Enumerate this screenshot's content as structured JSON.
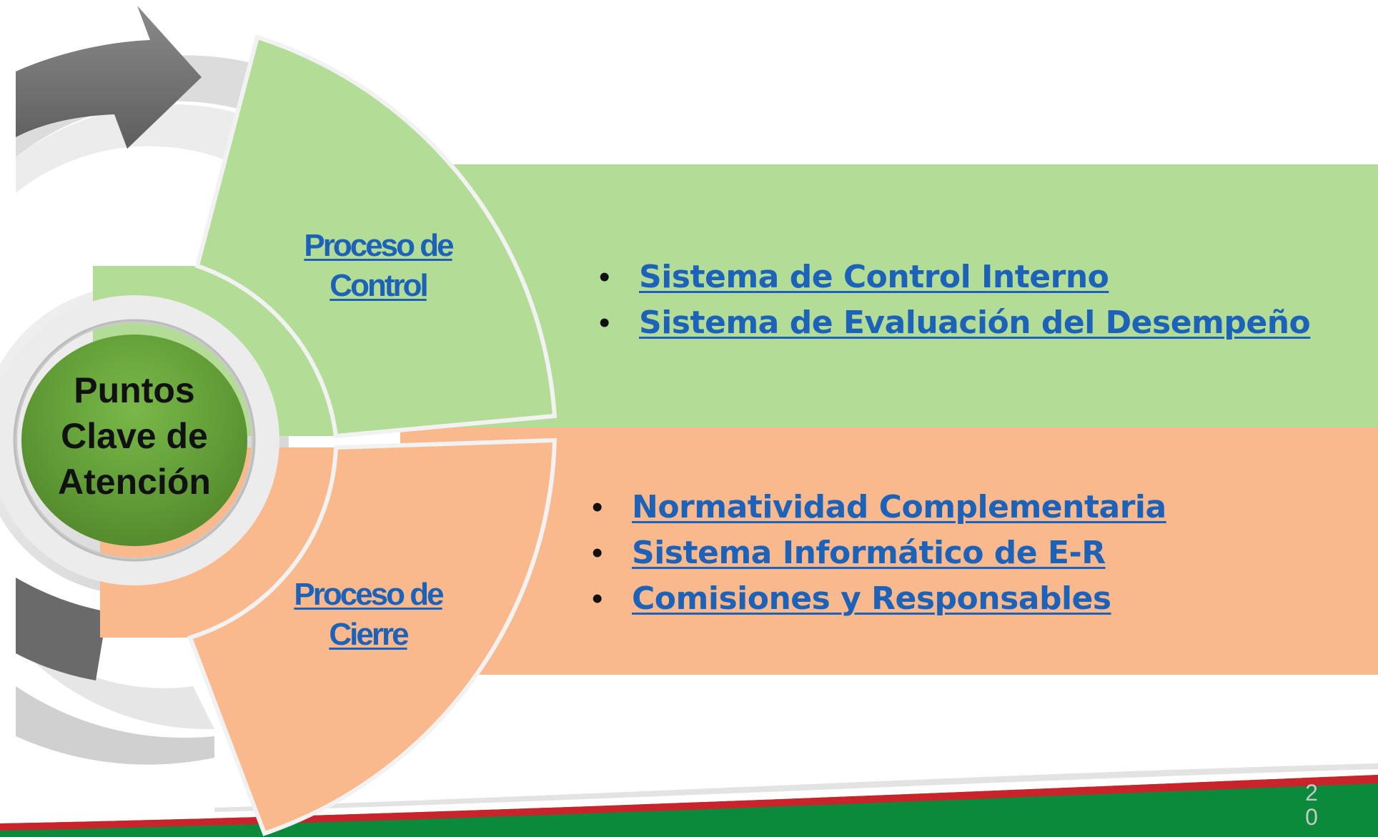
{
  "slide": {
    "hub_title": "Puntos Clave de Atención",
    "page_number": "20",
    "colors": {
      "control_band": "#b3dc96",
      "cierre_band": "#f9b98c",
      "hub_green": "#5f9a35",
      "link_blue": "#1c62b8",
      "footer_green": "#0b8a3c",
      "footer_red": "#c9242c"
    }
  },
  "sections": {
    "control": {
      "label": "Proceso de Control",
      "items": [
        "Sistema de Control Interno",
        "Sistema de Evaluación del Desempeño"
      ]
    },
    "cierre": {
      "label": "Proceso de Cierre",
      "items": [
        "Normatividad Complementaria",
        "Sistema Informático de E-R",
        "Comisiones y Responsables"
      ]
    }
  },
  "icons": {
    "cycle_arrow": "curved-arrow-icon",
    "bullet": "bullet-dot-icon"
  }
}
